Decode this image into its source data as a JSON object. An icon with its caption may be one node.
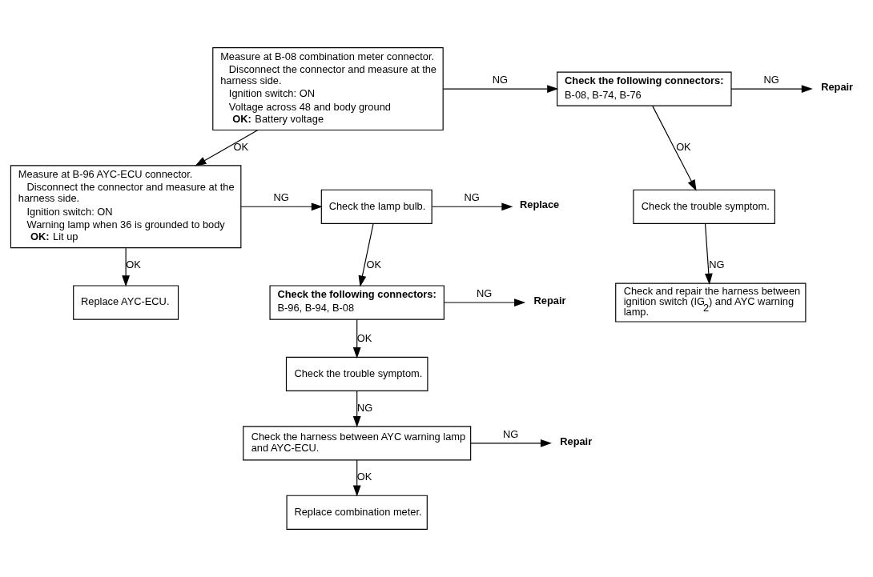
{
  "diagram": {
    "nodes": [
      {
        "text": [
          "Measure at B-08 combination meter connector.",
          "Disconnect the connector and measure at the harness side.",
          "Ignition switch: ON",
          "Voltage across 48 and body ground",
          "**OK:** Battery voltage"
        ]
      },
      {
        "text": [
          "Check the following connectors:",
          "B-08, B-74, B-76"
        ]
      },
      {
        "text": [
          "Repair"
        ]
      },
      {
        "text": [
          "Check the trouble symptom."
        ]
      },
      {
        "text": [
          "Check and repair the harness between ignition switch (IG$_{2}$) and AYC warning lamp."
        ]
      },
      {
        "text": [
          "Measure at B-96 AYC-ECU connector.",
          "Disconnect the connector and measure at the harness side.",
          "Ignition switch: ON",
          "Warning lamp when 36 is grounded to body",
          "**OK:** Lit up"
        ]
      },
      {
        "text": [
          "Check the lamp bulb."
        ]
      },
      {
        "text": [
          "Replace"
        ]
      },
      {
        "text": [
          "Check the following connectors:",
          "B-96, B-94, B-08"
        ]
      },
      {
        "text": [
          "Repair"
        ]
      },
      {
        "text": [
          "Check the trouble symptom."
        ]
      },
      {
        "text": [
          "Check the harness between AYC warning lamp and AYC-ECU."
        ]
      },
      {
        "text": [
          "Repair"
        ]
      },
      {
        "text": [
          "Replace combination meter."
        ]
      },
      {
        "text": [
          "Replace AYC-ECU."
        ]
      }
    ],
    "edges": [
      {
        "from": 0,
        "to": 1,
        "arrow": "to",
        "label": "NG"
      },
      {
        "from": 1,
        "to": 2,
        "arrow": "to",
        "label": "NG"
      },
      {
        "from": 1,
        "to": 3,
        "arrow": "to",
        "label": "OK"
      },
      {
        "from": 3,
        "to": 4,
        "arrow": "to",
        "label": "NG"
      },
      {
        "from": 0,
        "to": 5,
        "arrow": "to",
        "label": "OK"
      },
      {
        "from": 5,
        "to": 6,
        "arrow": "to",
        "label": "NG"
      },
      {
        "from": 6,
        "to": 7,
        "arrow": "to",
        "label": "NG"
      },
      {
        "from": 6,
        "to": 8,
        "arrow": "to",
        "label": "OK"
      },
      {
        "from": 8,
        "to": 9,
        "arrow": "to",
        "label": "NG"
      },
      {
        "from": 8,
        "to": 10,
        "arrow": "to",
        "label": "OK"
      },
      {
        "from": 10,
        "to": 11,
        "arrow": "to",
        "label": "NG"
      },
      {
        "from": 11,
        "to": 12,
        "arrow": "to",
        "label": "NG"
      },
      {
        "from": 11,
        "to": 13,
        "arrow": "to",
        "label": "OK"
      },
      {
        "from": 5,
        "to": 14,
        "arrow": "to",
        "label": "OK"
      }
    ]
  }
}
